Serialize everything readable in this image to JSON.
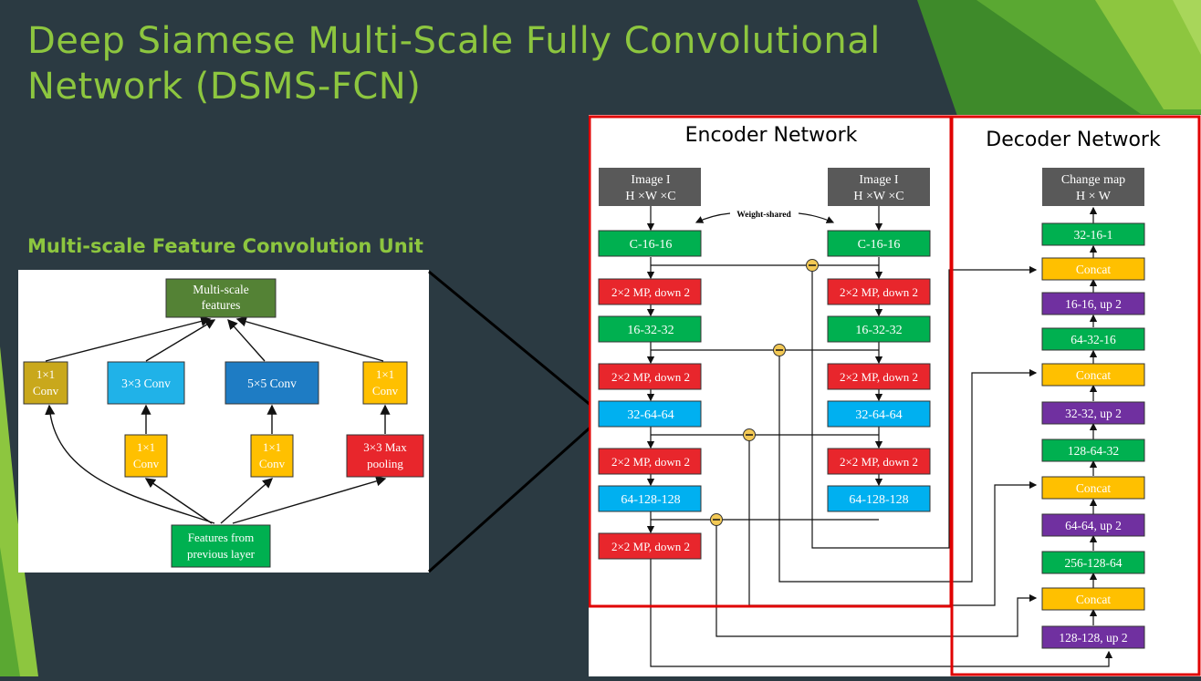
{
  "slide": {
    "title_line1": "Deep Siamese Multi-Scale Fully Convolutional",
    "title_line2": "Network (DSMS-FCN)",
    "subtitle": "Multi-scale Feature Convolution Unit",
    "colors": {
      "background": "#2b3a42",
      "accent_green": "#8dc63f",
      "highlight_red": "#e00000"
    }
  },
  "unit": {
    "output": [
      "Multi-scale",
      "features"
    ],
    "conv1x1_left": [
      "1×1",
      "Conv"
    ],
    "conv3x3": "3×3 Conv",
    "conv5x5": "5×5 Conv",
    "conv1x1_right": [
      "1×1",
      "Conv"
    ],
    "reduce1": [
      "1×1",
      "Conv"
    ],
    "reduce2": [
      "1×1",
      "Conv"
    ],
    "maxpool": [
      "3×3 Max",
      "pooling"
    ],
    "input": [
      "Features from",
      "previous layer"
    ]
  },
  "network": {
    "encoder_title": "Encoder Network",
    "decoder_title": "Decoder Network",
    "weight_shared": "Weight-shared",
    "image_left": [
      "Image I",
      "H ×W ×C"
    ],
    "image_right": [
      "Image I",
      "H ×W ×C"
    ],
    "encoder": [
      "C-16-16",
      "2×2 MP, down 2",
      "16-32-32",
      "2×2 MP, down 2",
      "32-64-64",
      "2×2 MP, down 2",
      "64-128-128",
      "2×2 MP, down 2"
    ],
    "change_map": [
      "Change map",
      "H × W"
    ],
    "decoder": [
      "32-16-1",
      "Concat",
      "16-16, up 2",
      "64-32-16",
      "Concat",
      "32-32, up 2",
      "128-64-32",
      "Concat",
      "64-64, up 2",
      "256-128-64",
      "Concat",
      "128-128, up 2"
    ]
  }
}
